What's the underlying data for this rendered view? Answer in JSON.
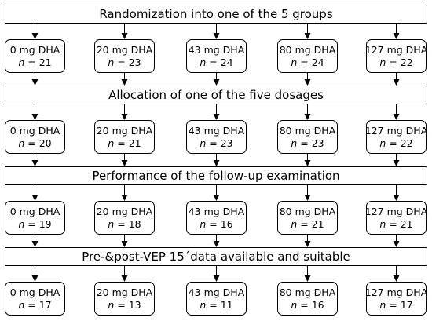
{
  "stages": [
    {
      "title": "Randomization into one of the 5 groups",
      "groups": [
        {
          "dose": "0 mg DHA",
          "n": "21"
        },
        {
          "dose": "20 mg DHA",
          "n": "23"
        },
        {
          "dose": "43 mg DHA",
          "n": "24"
        },
        {
          "dose": "80 mg DHA",
          "n": "24"
        },
        {
          "dose": "127 mg DHA",
          "n": "22"
        }
      ]
    },
    {
      "title": "Allocation of one of the five dosages",
      "groups": [
        {
          "dose": "0 mg DHA",
          "n": "20"
        },
        {
          "dose": "20 mg DHA",
          "n": "21"
        },
        {
          "dose": "43 mg DHA",
          "n": "23"
        },
        {
          "dose": "80 mg DHA",
          "n": "23"
        },
        {
          "dose": "127 mg DHA",
          "n": "22"
        }
      ]
    },
    {
      "title": "Performance of the follow-up examination",
      "groups": [
        {
          "dose": "0 mg DHA",
          "n": "19"
        },
        {
          "dose": "20 mg DHA",
          "n": "18"
        },
        {
          "dose": "43 mg DHA",
          "n": "16"
        },
        {
          "dose": "80 mg DHA",
          "n": "21"
        },
        {
          "dose": "127 mg DHA",
          "n": "21"
        }
      ]
    },
    {
      "title": "Pre-&post-VEP 15´data available and suitable",
      "groups": [
        {
          "dose": "0 mg DHA",
          "n": "17"
        },
        {
          "dose": "20 mg DHA",
          "n": "13"
        },
        {
          "dose": "43 mg DHA",
          "n": "11"
        },
        {
          "dose": "80 mg DHA",
          "n": "16"
        },
        {
          "dose": "127 mg DHA",
          "n": "17"
        }
      ]
    }
  ],
  "n_label": "n",
  "n_separator": " = "
}
